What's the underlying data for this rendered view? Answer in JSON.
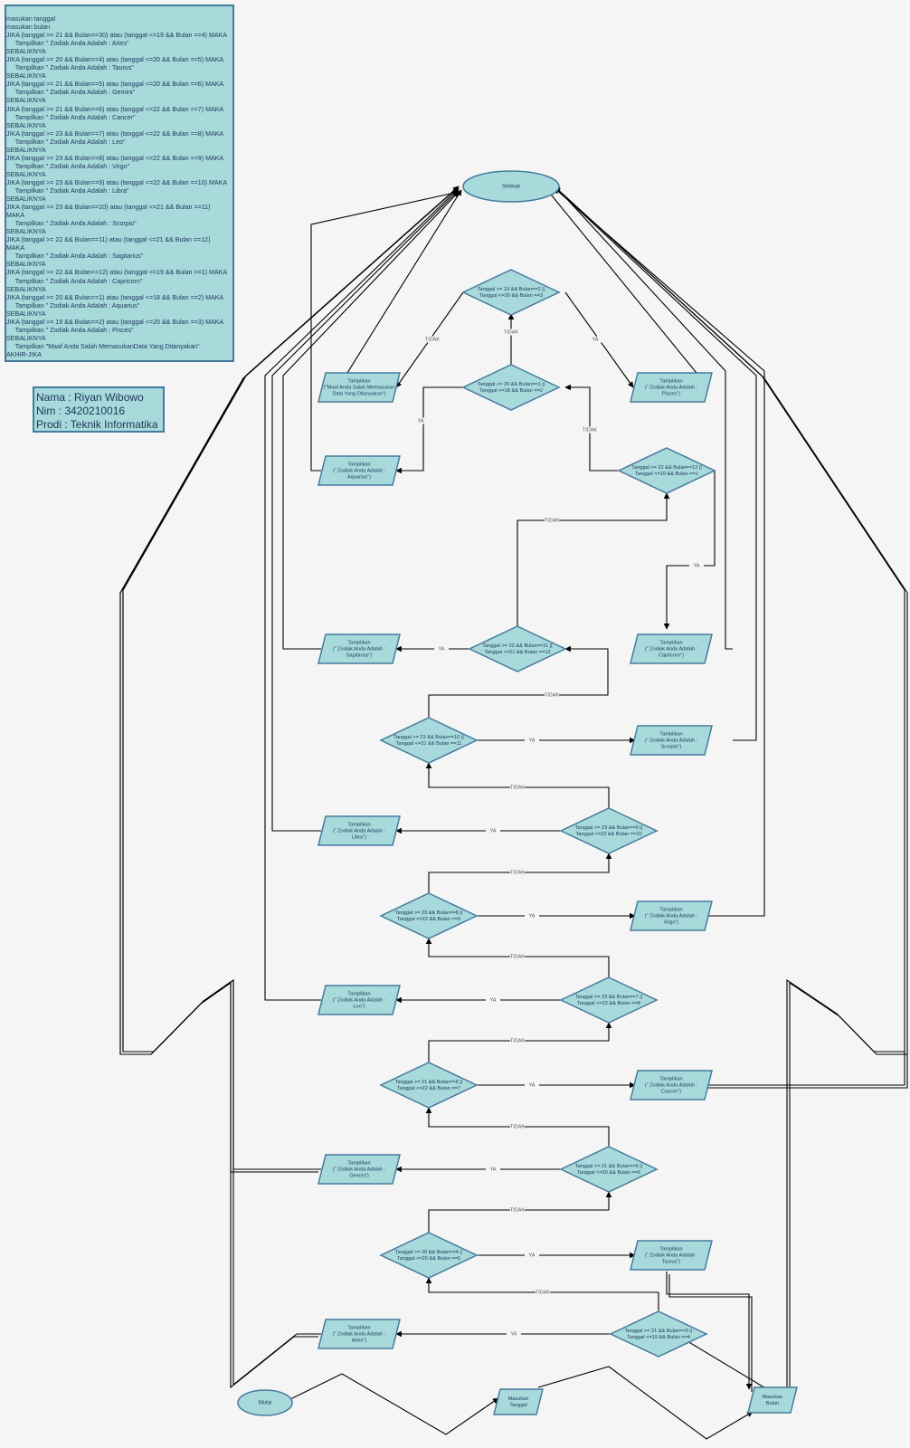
{
  "code_lines": [
    "masukan tanggal",
    "masukan bulan",
    "JIKA (tanggal >= 21 && Bulan==30) atau (tanggal <=19 && Bulan ==4) MAKA",
    "     Tampilkan \" Zodiak Anda Adalah : Aries\"",
    "SEBALIKNYA",
    "JIKA (tanggal >= 20 && Bulan==4) atau (tanggal <=20 && Bulan ==5) MAKA",
    "     Tampilkan \" Zodiak Anda Adalah : Taurus\"",
    "SEBALIKNYA",
    "JIKA (tanggal >= 21 && Bulan==5) atau (tanggal <=20 && Bulan ==6) MAKA",
    "     Tampilkan \" Zodiak Anda Adalah : Gemini\"",
    "SEBALIKNYA",
    "JIKA (tanggal >= 21 && Bulan==6) atau (tanggal <=22 && Bulan ==7) MAKA",
    "     Tampilkan \" Zodiak Anda Adalah : Cancer\"",
    "SEBALIKNYA",
    "JIKA (tanggal >= 23 && Bulan==7) atau (tanggal <=22 && Bulan ==8) MAKA",
    "     Tampilkan \" Zodiak Anda Adalah : Leo\"",
    "SEBALIKNYA",
    "JIKA (tanggal >= 23 && Bulan==8) atau (tanggal <=22 && Bulan ==9) MAKA",
    "     Tampilkan \" Zodiak Anda Adalah : Virgo\"",
    "SEBALIKNYA",
    "JIKA (tanggal >= 23 && Bulan==9) atau (tanggal <=22 && Bulan ==10) MAKA",
    "     Tampilkan \" Zodiak Anda Adalah : Libra\"",
    "SEBALIKNYA",
    "JIKA (tanggal >= 23 && Bulan==10) atau (tanggal <=21 && Bulan ==11)",
    "MAKA",
    "     Tampilkan \" Zodiak Anda Adalah : Scorpio\"",
    "SEBALIKNYA",
    "JIKA (tanggal >= 22 && Bulan==11) atau (tanggal <=21 && Bulan ==12)",
    "MAKA",
    "     Tampilkan \" Zodiak Anda Adalah : Sagitarius\"",
    "SEBALIKNYA",
    "JIKA (tanggal >= 22 && Bulan==12) atau (tanggal <=19 && Bulan ==1) MAKA",
    "     Tampilkan \" Zodiak Anda Adalah : Capricorn\"",
    "SEBALIKNYA",
    "JIKA (tanggal >= 20 && Bulan==1) atau (tanggal <=18 && Bulan ==2) MAKA",
    "     Tampilkan \" Zodiak Anda Adalah : Aquarius\"",
    "SEBALIKNYA",
    "JIKA (tanggal >= 19 && Bulan==2) atau (tanggal <=20 && Bulan ==3) MAKA",
    "     Tampilkan \" Zodiak Anda Adalah : Pisces\"",
    "SEBALIKNYA",
    "     Tampilkan \"Maaf Anda Salah MemasukanData Yang Ditanyakan\"",
    "AKHIR-JIKA"
  ],
  "info": {
    "nama": "Nama : Riyan Wibowo",
    "nim": "Nim : 3420210016",
    "prodi": "Prodi : Teknik Informatika"
  },
  "labels": {
    "ya": "YA",
    "tidak": "TIDAK"
  },
  "colors": {
    "fill": "#a8dadc",
    "stroke": "#457b9d",
    "text": "#1d3557",
    "line": "#000000",
    "background": "#f5f5f5"
  },
  "nodes": {
    "start": [
      "Mulai"
    ],
    "end": [
      "Selesai"
    ],
    "input_tanggal": [
      "Masukan",
      "Tanggal"
    ],
    "input_bulan": [
      "Masukan",
      "Bulan"
    ],
    "d_aries": [
      "Tanggal >= 21 && Bulan==3 ||",
      "Tanggal <=19 && Bulan ==4"
    ],
    "d_taurus": [
      "Tanggal >= 20 && Bulan==4 ||",
      "Tanggal <=20 && Bulan ==5"
    ],
    "d_gemini": [
      "Tanggal >= 21 && Bulan==5 ||",
      "Tanggal <=20 && Bulan ==6"
    ],
    "d_cancer": [
      "Tanggal >= 21 && Bulan==6 ||",
      "Tanggal <=22 && Bulan ==7"
    ],
    "d_leo": [
      "Tanggal >= 23 && Bulan==7 ||",
      "Tanggal <=22 && Bulan ==8"
    ],
    "d_virgo": [
      "Tanggal >= 23 && Bulan==8 ||",
      "Tanggal <=22 && Bulan ==9"
    ],
    "d_libra": [
      "Tanggal >= 23 && Bulan==9 ||",
      "Tanggal <=22 && Bulan ==10"
    ],
    "d_scorpio": [
      "Tanggal >= 23 && Bulan==10 ||",
      "Tanggal <=21 && Bulan ==11"
    ],
    "d_sagitarius": [
      "Tanggal >= 22 && Bulan==11 ||",
      "Tanggal <=21 && Bulan ==12"
    ],
    "d_capricorn": [
      "Tanggal >= 22 && Bulan==12 ||",
      "Tanggal <=19 && Bulan ==1"
    ],
    "d_aquarius": [
      "Tanggal >= 20 && Bulan==1 ||",
      "Tanggal <=18 && Bulan ==2"
    ],
    "d_pisces": [
      "Tanggal >= 19 && Bulan==2 ||",
      "Tanggal <=20 && Bulan ==3"
    ],
    "o_aries": [
      "Tampilkan",
      "(\" Zodiak Anda Adalah :",
      "Aries\")"
    ],
    "o_taurus": [
      "Tampilkan",
      "(\" Zodiak Anda Adalah :",
      "Taurus\")"
    ],
    "o_gemini": [
      "Tampilkan",
      "(\" Zodiak Anda Adalah :",
      "Gemini\")"
    ],
    "o_cancer": [
      "Tampilkan",
      "(\" Zodiak Anda Adalah :",
      "Cancer\")"
    ],
    "o_leo": [
      "Tampilkan",
      "(\" Zodiak Anda Adalah :",
      "Leo\")"
    ],
    "o_virgo": [
      "Tampilkan",
      "(\" Zodiak Anda Adalah :",
      "Virgo\")"
    ],
    "o_libra": [
      "Tampilkan",
      "(\" Zodiak Anda Adalah :",
      "Libra\")"
    ],
    "o_scorpio": [
      "Tampilkan",
      "(\" Zodiak Anda Adalah :",
      "Scorpio\")"
    ],
    "o_sagitarius": [
      "Tampilkan",
      "(\" Zodiak Anda Adalah :",
      "Sagitarius\")"
    ],
    "o_capricorn": [
      "Tampilkan",
      "(\" Zodiak Anda Adalah :",
      "Capricorn\")"
    ],
    "o_aquarius": [
      "Tampilkan",
      "(\" Zodiak Anda Adalah :",
      "Aquarius\")"
    ],
    "o_pisces": [
      "Tampilkan",
      "(\" Zodiak Anda Adalah :",
      "Pisces\")"
    ],
    "o_error": [
      "Tampilkan",
      "(\"Maaf Anda Salah Memasukan",
      "Data Yang Ditanyakan\")"
    ]
  }
}
